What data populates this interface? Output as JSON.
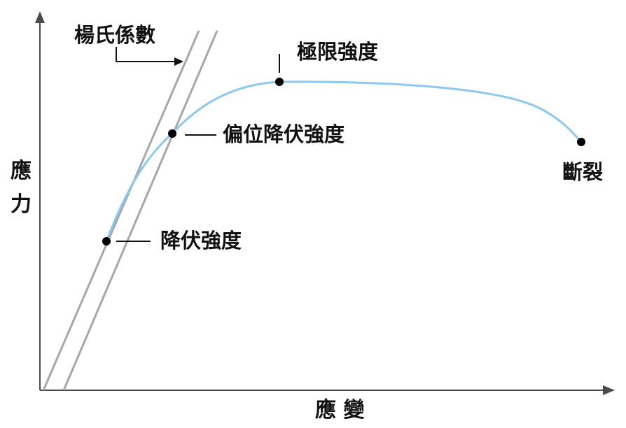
{
  "labels": {
    "youngs_modulus": "楊氏係數",
    "ultimate_strength": "極限強度",
    "offset_yield_strength": "偏位降伏強度",
    "yield_strength": "降伏強度",
    "fracture": "斷裂"
  },
  "axes": {
    "y_char_1": "應",
    "y_char_2": "力",
    "x_label": "應 變"
  },
  "colors": {
    "curve": "#8cc8ef",
    "modulus_lines": "#a7a7a7",
    "axes": "#4a4a4a",
    "points": "#000000",
    "leaders": "#111111"
  }
}
